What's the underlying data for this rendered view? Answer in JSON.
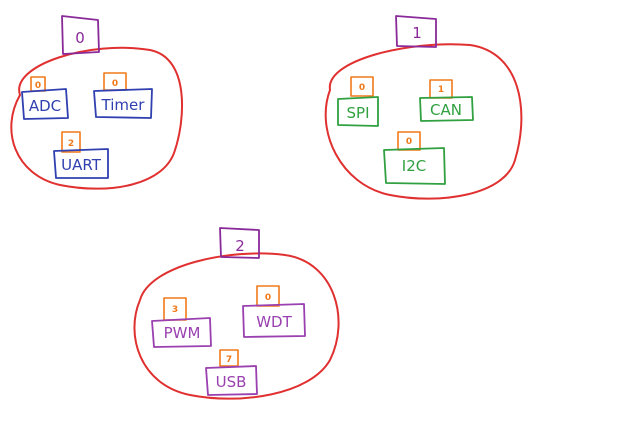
{
  "colors": {
    "ellipse": "#e03030",
    "group_tag": "#8a2a9a",
    "index_tag": "#f07a1a",
    "group0_modules": "#3040b0",
    "group1_modules": "#30a040",
    "group2_modules": "#9a40b0"
  },
  "groups": [
    {
      "label": "0",
      "modules": [
        {
          "name": "ADC",
          "index": "0"
        },
        {
          "name": "Timer",
          "index": "0"
        },
        {
          "name": "UART",
          "index": "2"
        }
      ]
    },
    {
      "label": "1",
      "modules": [
        {
          "name": "SPI",
          "index": "0"
        },
        {
          "name": "CAN",
          "index": "1"
        },
        {
          "name": "I2C",
          "index": "0"
        }
      ]
    },
    {
      "label": "2",
      "modules": [
        {
          "name": "PWM",
          "index": "3"
        },
        {
          "name": "WDT",
          "index": "0"
        },
        {
          "name": "USB",
          "index": "7"
        }
      ]
    }
  ]
}
